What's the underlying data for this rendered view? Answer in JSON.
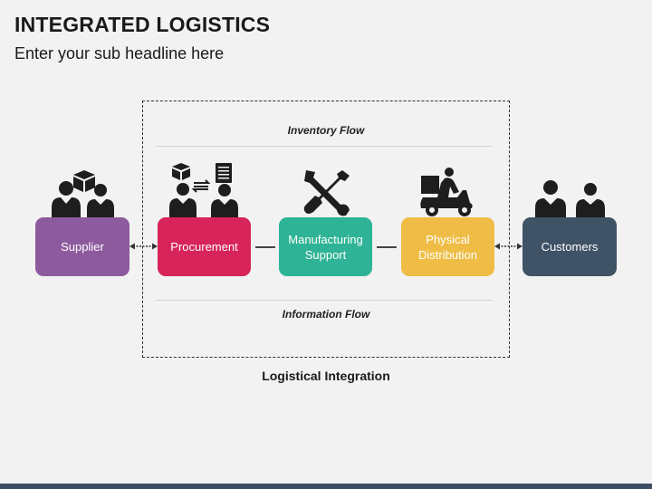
{
  "header": {
    "title": "INTEGRATED LOGISTICS",
    "subtitle": "Enter your sub headline here"
  },
  "flows": {
    "inventory": "Inventory Flow",
    "information": "Information Flow"
  },
  "nodes": [
    {
      "id": "supplier",
      "label": "Supplier",
      "color": "#8e5a9e"
    },
    {
      "id": "procurement",
      "label": "Procurement",
      "color": "#d7245a"
    },
    {
      "id": "manufacturing",
      "label": "Manufacturing Support",
      "color": "#2fb396"
    },
    {
      "id": "distribution",
      "label": "Physical Distribution",
      "color": "#efbd45"
    },
    {
      "id": "customers",
      "label": "Customers",
      "color": "#3f5266"
    }
  ],
  "integration_label": "Logistical Integration",
  "icons": [
    "people-with-box-icon",
    "procurement-people-icon",
    "tools-icon",
    "delivery-scooter-icon",
    "customers-people-icon"
  ]
}
